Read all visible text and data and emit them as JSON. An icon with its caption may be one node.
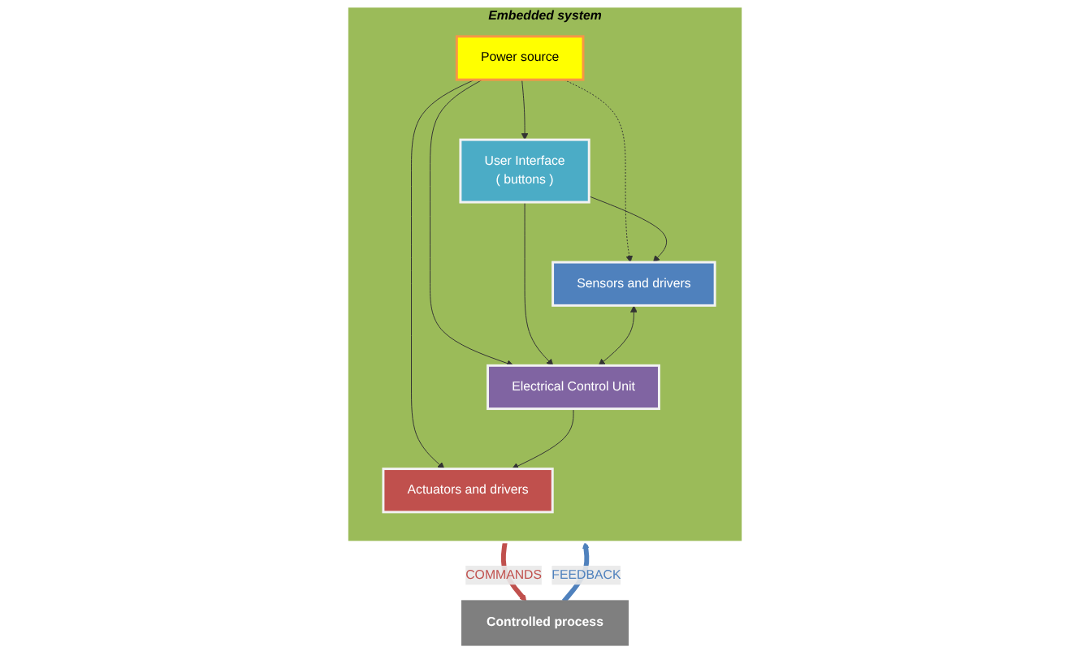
{
  "diagram": {
    "nodes": [
      {
        "text": [
          "Embedded system"
        ]
      },
      {
        "text": [
          "Power source"
        ],
        "in": 0
      },
      {
        "text": [
          "User Interface",
          "( buttons )"
        ],
        "in": 0
      },
      {
        "text": [
          "Sensors and drivers"
        ],
        "in": 0
      },
      {
        "text": [
          "Electrical Control Unit"
        ],
        "in": 0
      },
      {
        "text": [
          "Actuators and drivers"
        ],
        "in": 0
      },
      {
        "text": [
          "Controlled process"
        ]
      }
    ],
    "edges": [
      {
        "from": 1,
        "to": 2,
        "arrow": "to"
      },
      {
        "from": 1,
        "to": 3,
        "arrow": "to",
        "style": "dashed"
      },
      {
        "from": 1,
        "to": 4,
        "arrow": "to"
      },
      {
        "from": 1,
        "to": 5,
        "arrow": "to"
      },
      {
        "from": 2,
        "to": 3,
        "arrow": "to"
      },
      {
        "from": 2,
        "to": 4,
        "arrow": "to"
      },
      {
        "from": 3,
        "to": 4,
        "arrow": "both"
      },
      {
        "from": 4,
        "to": 5,
        "arrow": "to"
      },
      {
        "from": 6,
        "to": 0,
        "arrow": "to",
        "label": "FEEDBACK",
        "style": "thick",
        "color": "#4f81bd"
      },
      {
        "from": 0,
        "to": 6,
        "arrow": "to",
        "label": "COMMANDS",
        "style": "thick",
        "color": "#c0504d"
      }
    ]
  }
}
